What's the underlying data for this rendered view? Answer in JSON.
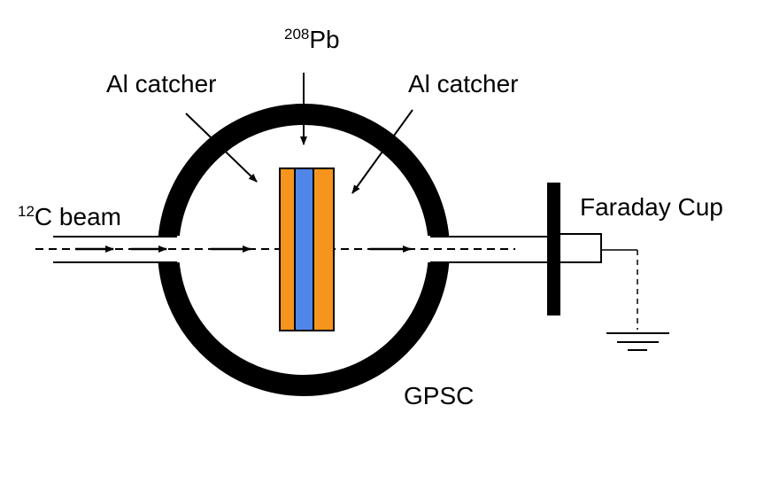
{
  "labels": {
    "target_isotope": {
      "mass_number": "208",
      "element": "Pb"
    },
    "al_catcher_left": "Al catcher",
    "al_catcher_right": "Al catcher",
    "beam": {
      "mass_number": "12",
      "text": "C beam"
    },
    "faraday_cup": "Faraday Cup",
    "chamber": "GPSC"
  },
  "colors": {
    "al_catcher": "#f7941d",
    "lead_target": "#4f86e8",
    "outline": "#000000"
  }
}
